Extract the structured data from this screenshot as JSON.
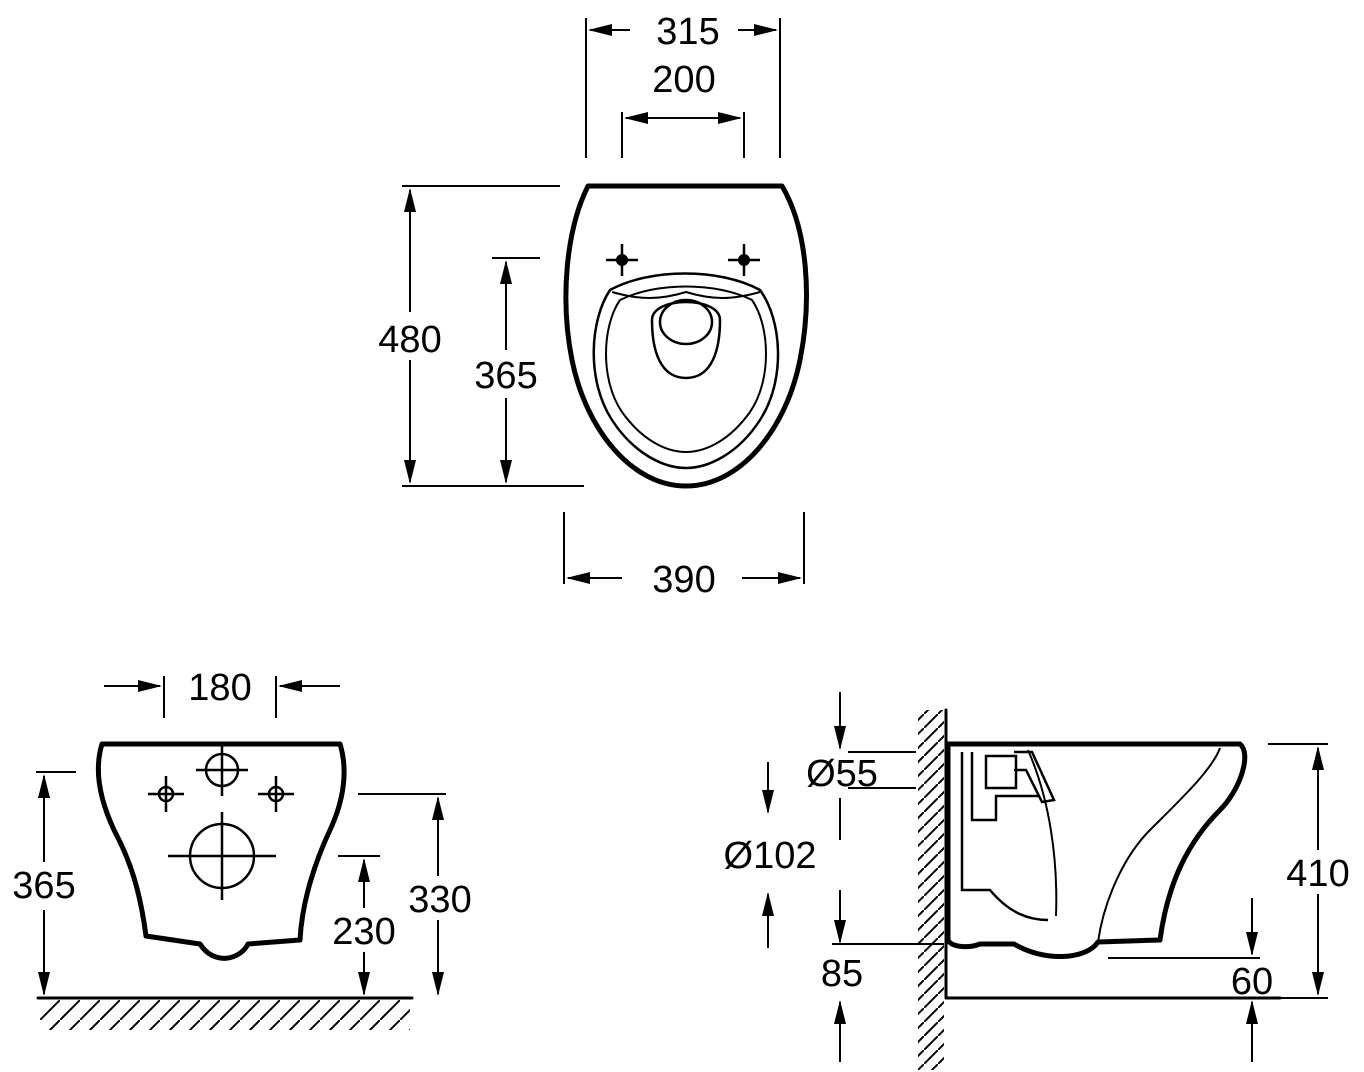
{
  "top_view": {
    "width_overall": "315",
    "width_mounting": "200",
    "length_overall": "480",
    "length_bolt": "365",
    "width_bowl": "390"
  },
  "rear_view": {
    "bolt_spacing": "180",
    "height_overall": "365",
    "height_inlet": "230",
    "height_top": "330"
  },
  "side_view": {
    "diameter_inlet": "Ø55",
    "diameter_outlet": "Ø102",
    "outlet_height": "85",
    "total_height": "410",
    "base_offset": "60"
  }
}
